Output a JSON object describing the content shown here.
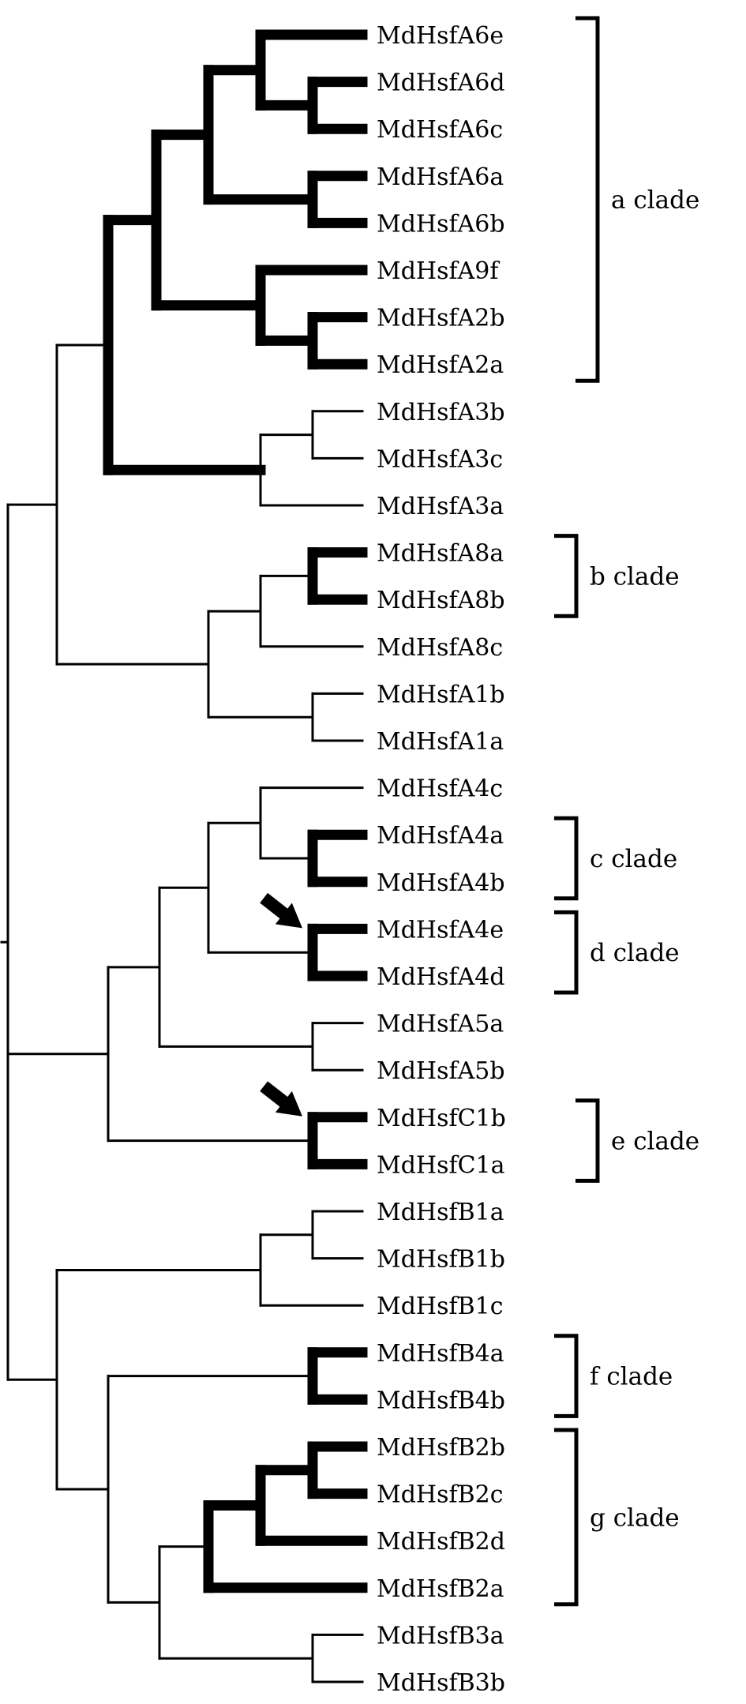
{
  "tree": {
    "leaves": [
      "MdHsfA6e",
      "MdHsfA6d",
      "MdHsfA6c",
      "MdHsfA6a",
      "MdHsfA6b",
      "MdHsfA9f",
      "MdHsfA2b",
      "MdHsfA2a",
      "MdHsfA3b",
      "MdHsfA3c",
      "MdHsfA3a",
      "MdHsfA8a",
      "MdHsfA8b",
      "MdHsfA8c",
      "MdHsfA1b",
      "MdHsfA1a",
      "MdHsfA4c",
      "MdHsfA4a",
      "MdHsfA4b",
      "MdHsfA4e",
      "MdHsfA4d",
      "MdHsfA5a",
      "MdHsfA5b",
      "MdHsfC1b",
      "MdHsfC1a",
      "MdHsfB1a",
      "MdHsfB1b",
      "MdHsfB1c",
      "MdHsfB4a",
      "MdHsfB4b",
      "MdHsfB2b",
      "MdHsfB2c",
      "MdHsfB2d",
      "MdHsfB2a",
      "MdHsfB3a",
      "MdHsfB3b"
    ],
    "clades": [
      {
        "label": "a clade",
        "first": 0,
        "last": 7
      },
      {
        "label": "b clade",
        "first": 11,
        "last": 12
      },
      {
        "label": "c clade",
        "first": 17,
        "last": 18
      },
      {
        "label": "d clade",
        "first": 19,
        "last": 20
      },
      {
        "label": "e clade",
        "first": 23,
        "last": 24
      },
      {
        "label": "f clade",
        "first": 28,
        "last": 29
      },
      {
        "label": "g clade",
        "first": 30,
        "last": 33
      }
    ],
    "arrows": [
      {
        "target": "MdHsfA4e"
      },
      {
        "target": "MdHsfC1b"
      }
    ],
    "colors": {
      "line": "#000000",
      "background": "#ffffff"
    }
  }
}
